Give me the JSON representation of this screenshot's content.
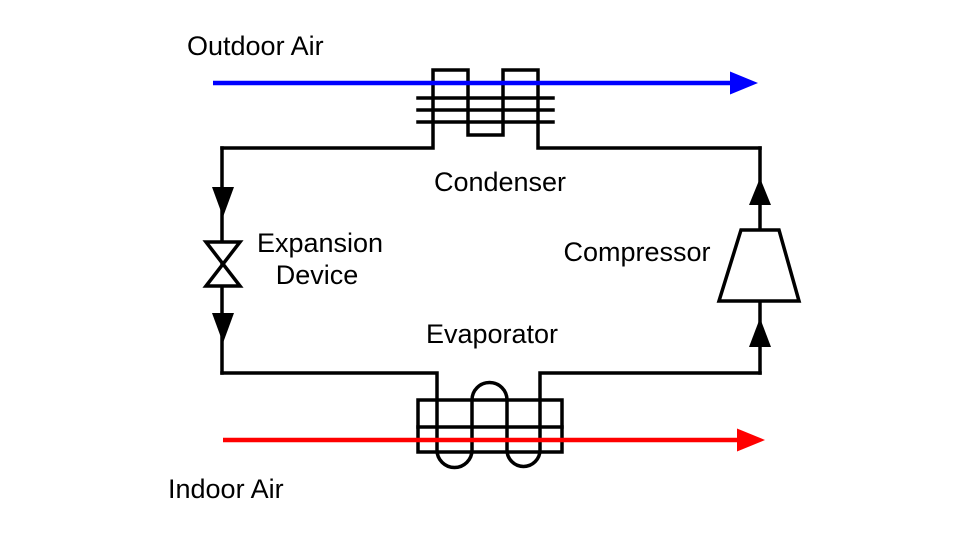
{
  "labels": {
    "outdoor_air": "Outdoor Air",
    "condenser": "Condenser",
    "expansion_device": [
      "Expansion",
      "Device"
    ],
    "compressor": "Compressor",
    "evaporator": "Evaporator",
    "indoor_air": "Indoor Air"
  },
  "colors": {
    "pipe": "#000000",
    "text": "#000000",
    "background": "#ffffff",
    "outdoor_air_arrow": "#0000ff",
    "indoor_air_arrow": "#ff0000"
  }
}
